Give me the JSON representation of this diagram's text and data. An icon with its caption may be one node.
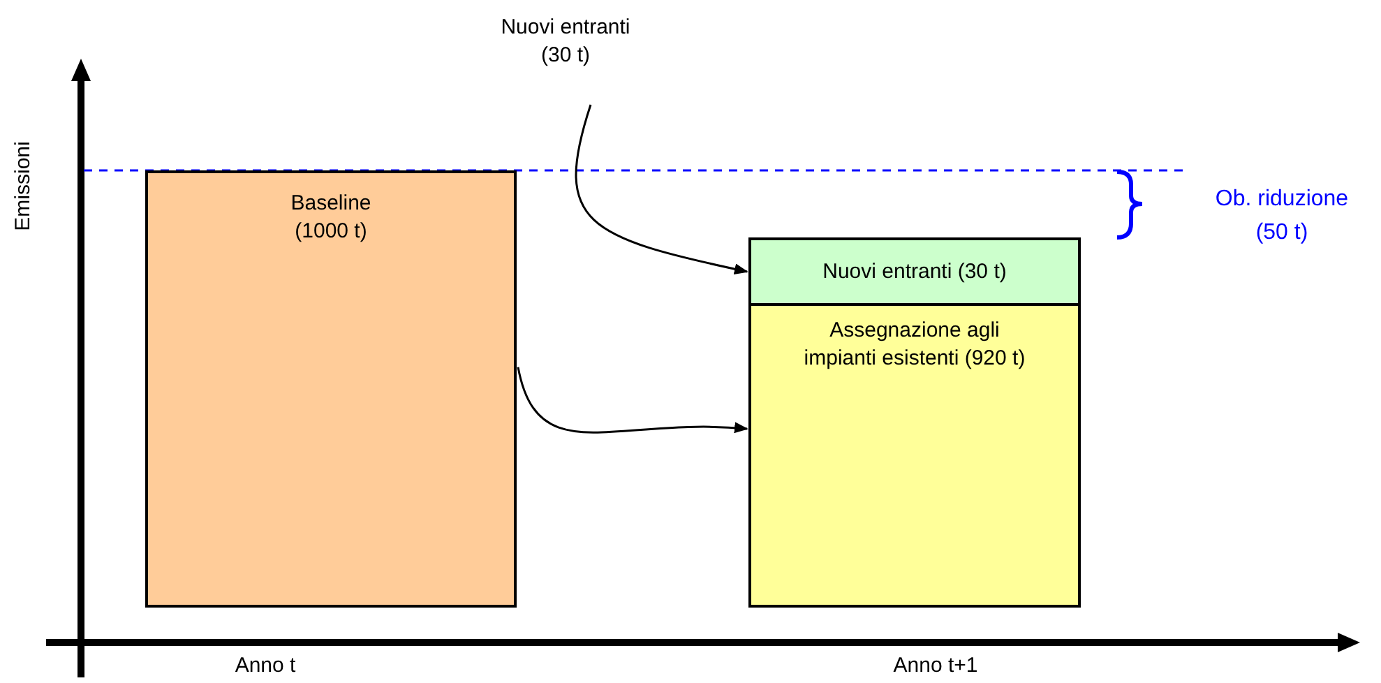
{
  "diagram": {
    "nodes": [
      {
        "text": [
          "Baseline (1000 t)"
        ]
      },
      {
        "text": [
          "Nuovi entranti (30 t)"
        ]
      },
      {
        "text": [
          "Nuovi entranti (30 t)"
        ]
      },
      {
        "text": [
          "Assegnazione agli impianti esistenti (920 t)"
        ]
      }
    ],
    "edges": [
      {
        "from": 1,
        "to": 2,
        "arrow": "to"
      },
      {
        "from": 0,
        "to": 3,
        "arrow": "to"
      }
    ],
    "labels": [
      "Emissioni",
      "Ob. riduzione (50 t)",
      "Anno t",
      "Anno t+1"
    ]
  }
}
